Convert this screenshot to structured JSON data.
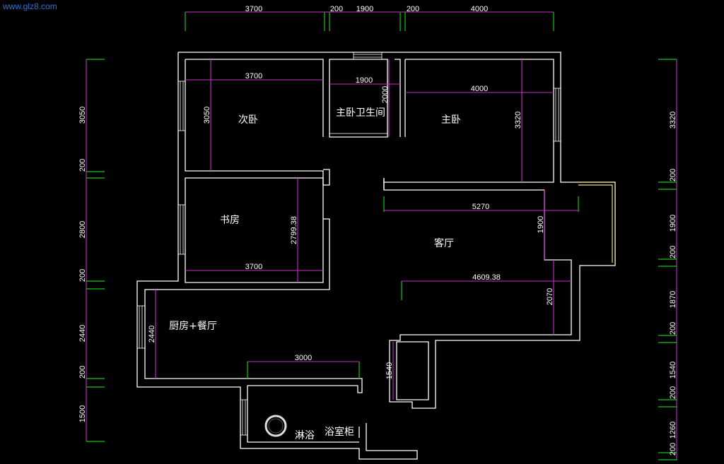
{
  "watermark": "www.glz8.com",
  "rooms": {
    "second_bedroom": "次卧",
    "master_bath": "主卧卫生间",
    "master_bedroom": "主卧",
    "study": "书房",
    "living_room": "客厅",
    "kitchen_dining": "厨房+餐厅",
    "shower": "淋浴",
    "vanity": "浴室柜"
  },
  "dims_top": [
    "3700",
    "200",
    "1900",
    "200",
    "4000"
  ],
  "dims_left": [
    "3050",
    "200",
    "2800",
    "200",
    "2440",
    "200",
    "1500"
  ],
  "dims_right": [
    "3320",
    "200",
    "1900",
    "200",
    "1870",
    "200",
    "1540",
    "200",
    "1260",
    "200"
  ],
  "dims_inner": {
    "second_bedroom_width": "3700",
    "second_bedroom_height": "3050",
    "master_bath_width": "1900",
    "master_bath_height": "2000",
    "master_bedroom_width": "4000",
    "master_bedroom_height": "3320",
    "living_top_width": "5270",
    "balcony_height": "1900",
    "study_height": "2799.38",
    "study_width": "3700",
    "living_width": "4609.38",
    "living_lower_height": "2070",
    "kitchen_height": "2440",
    "bath_width": "3000",
    "cabinet_height": "1540"
  },
  "colors": {
    "background": "#000000",
    "walls": "#ffffff",
    "dimension_lines": "#c62ec6",
    "dimension_ticks": "#19c419",
    "balcony_edge": "#e6e07a",
    "watermark": "#2f6fe0"
  }
}
